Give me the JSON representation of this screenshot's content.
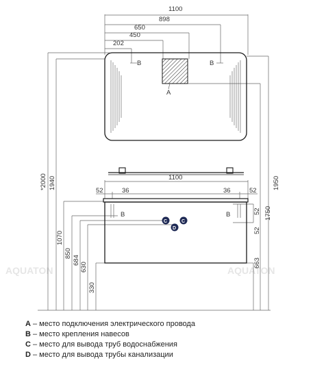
{
  "diagram": {
    "top_dimensions": [
      "1100",
      "898",
      "650",
      "450",
      "202"
    ],
    "cabinet_dimensions": [
      "1100",
      "52",
      "36",
      "36",
      "52"
    ],
    "left_heights": [
      "*2000",
      "1940",
      "1070",
      "850",
      "684",
      "630",
      "330"
    ],
    "right_heights": [
      "1950",
      "1750",
      "52",
      "52",
      "663"
    ],
    "point_labels": {
      "a": "A",
      "b": "B",
      "c": "C",
      "d": "D"
    },
    "watermark": "AQUATON"
  },
  "legend": [
    {
      "letter": "A",
      "text": " – место подключения электрического провода"
    },
    {
      "letter": "B",
      "text": " – место крепления навесов"
    },
    {
      "letter": "C",
      "text": " – место для вывода труб водоснабжения"
    },
    {
      "letter": "D",
      "text": " – место для вывода трубы канализации"
    }
  ],
  "colors": {
    "outline": "#1a1a1a",
    "dimension": "#666666",
    "marker": "#1f2a55"
  }
}
